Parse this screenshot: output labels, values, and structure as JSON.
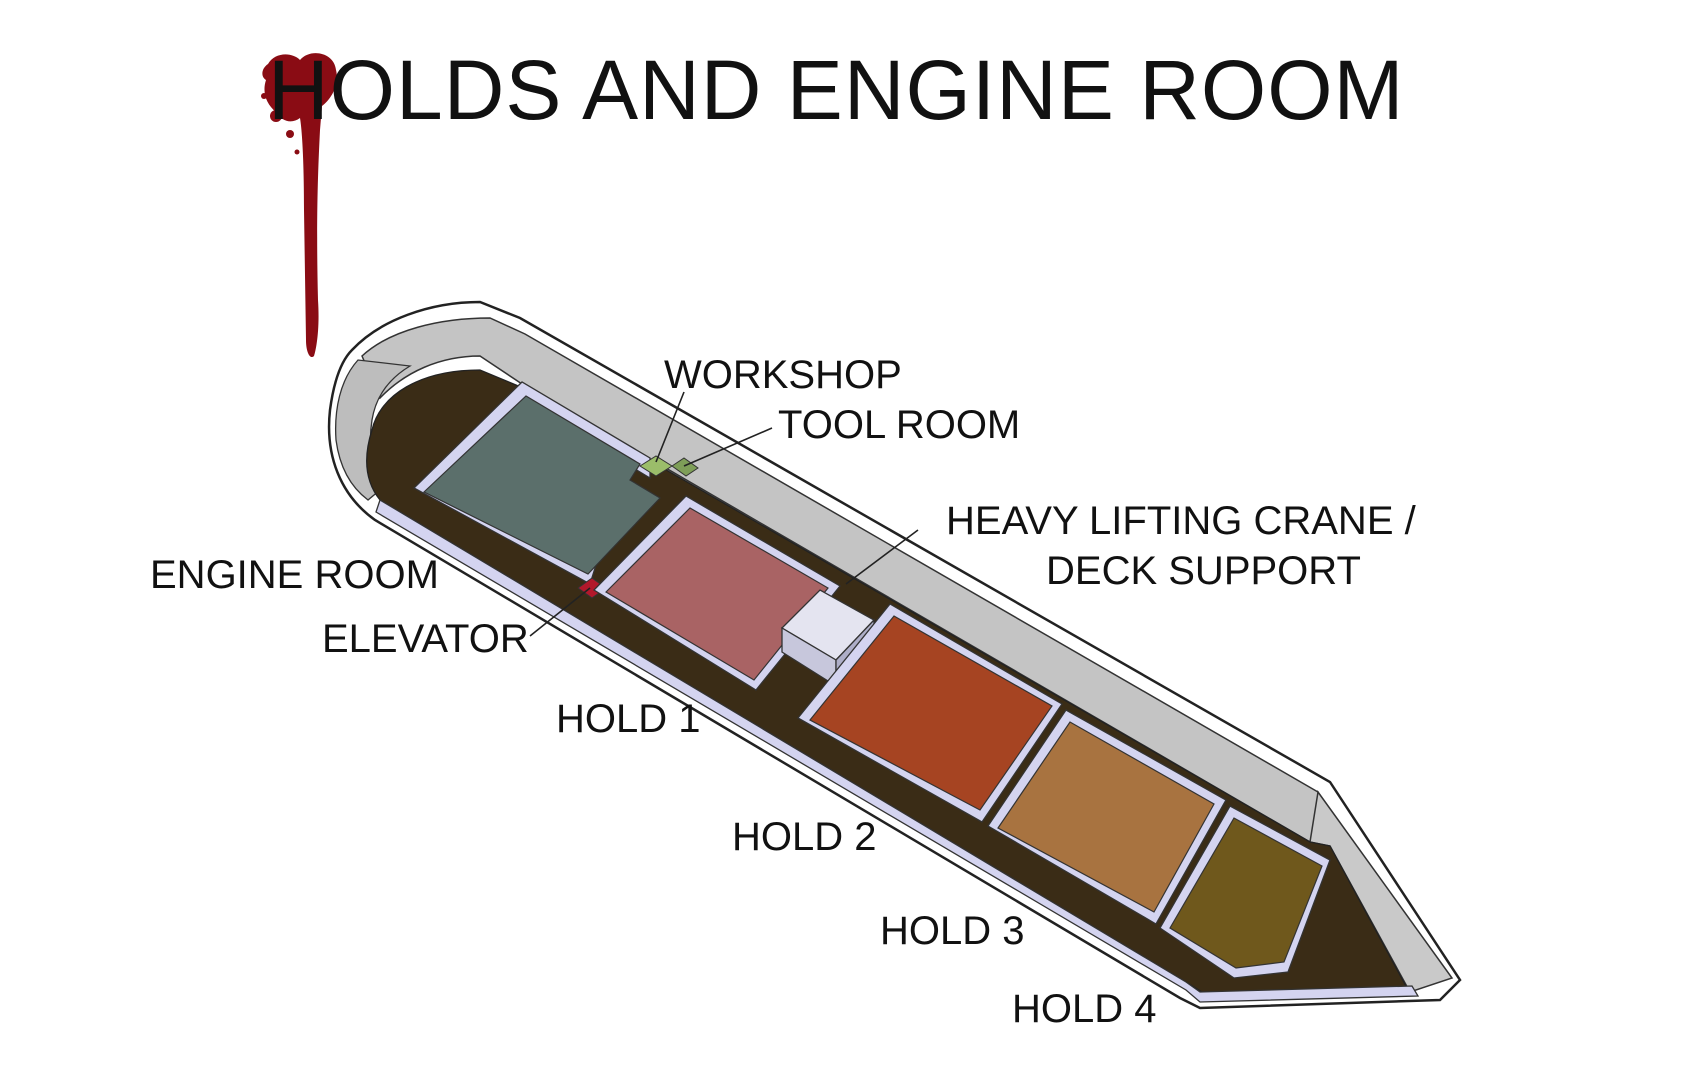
{
  "title": "HOLDS AND ENGINE ROOM",
  "labels": {
    "workshop": "WORKSHOP",
    "tool_room": "TOOL ROOM",
    "crane_line1": "HEAVY LIFTING CRANE /",
    "crane_line2": "DECK SUPPORT",
    "engine_room": "ENGINE ROOM",
    "elevator": "ELEVATOR",
    "hold1": "HOLD 1",
    "hold2": "HOLD 2",
    "hold3": "HOLD 3",
    "hold4": "HOLD 4"
  },
  "colors": {
    "engine_room": "#5b6f6b",
    "hold1": "#a96364",
    "hold2": "#a64422",
    "hold3": "#a87340",
    "hold4": "#6f581c",
    "floor": "#3a2c16",
    "wall": "#c4c4c4",
    "partition": "#d4d4f0",
    "blood": "#8a0c14",
    "elevator": "#b2182b",
    "workshop": "#9bbd6a"
  }
}
